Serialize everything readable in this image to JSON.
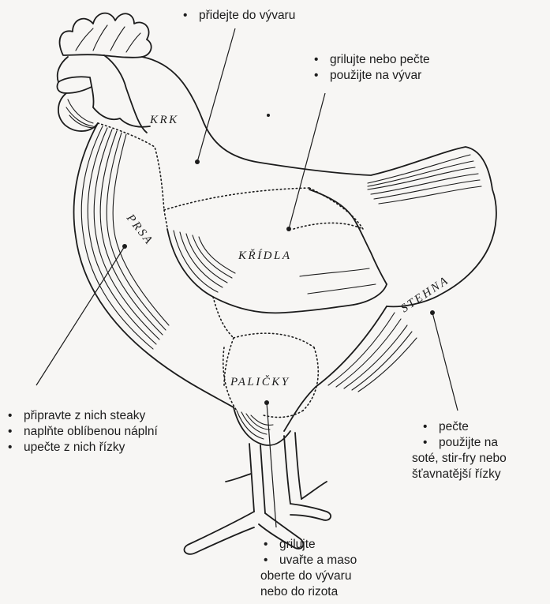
{
  "parts": {
    "neck": "KRK",
    "breast": "PRSA",
    "wings": "KŘÍDLA",
    "thighs": "STEHNA",
    "drumsticks": "PALIČKY"
  },
  "notes": {
    "neck": [
      "přidejte do vývaru"
    ],
    "wings": [
      "grilujte nebo pečte",
      "použijte na vývar"
    ],
    "breast": [
      "připravte z nich steaky",
      "naplňte oblíbenou náplní",
      "upečte z nich řízky"
    ],
    "thighs": {
      "bullet1": "pečte",
      "bullet2": "použijte na",
      "cont1": "soté, stir-fry nebo",
      "cont2": "šťavnatější řízky"
    },
    "drumsticks": {
      "bullet1": "grilujte",
      "bullet2": "uvařte a maso",
      "cont1": "oberte do vývaru",
      "cont2": "nebo do rizota"
    }
  }
}
